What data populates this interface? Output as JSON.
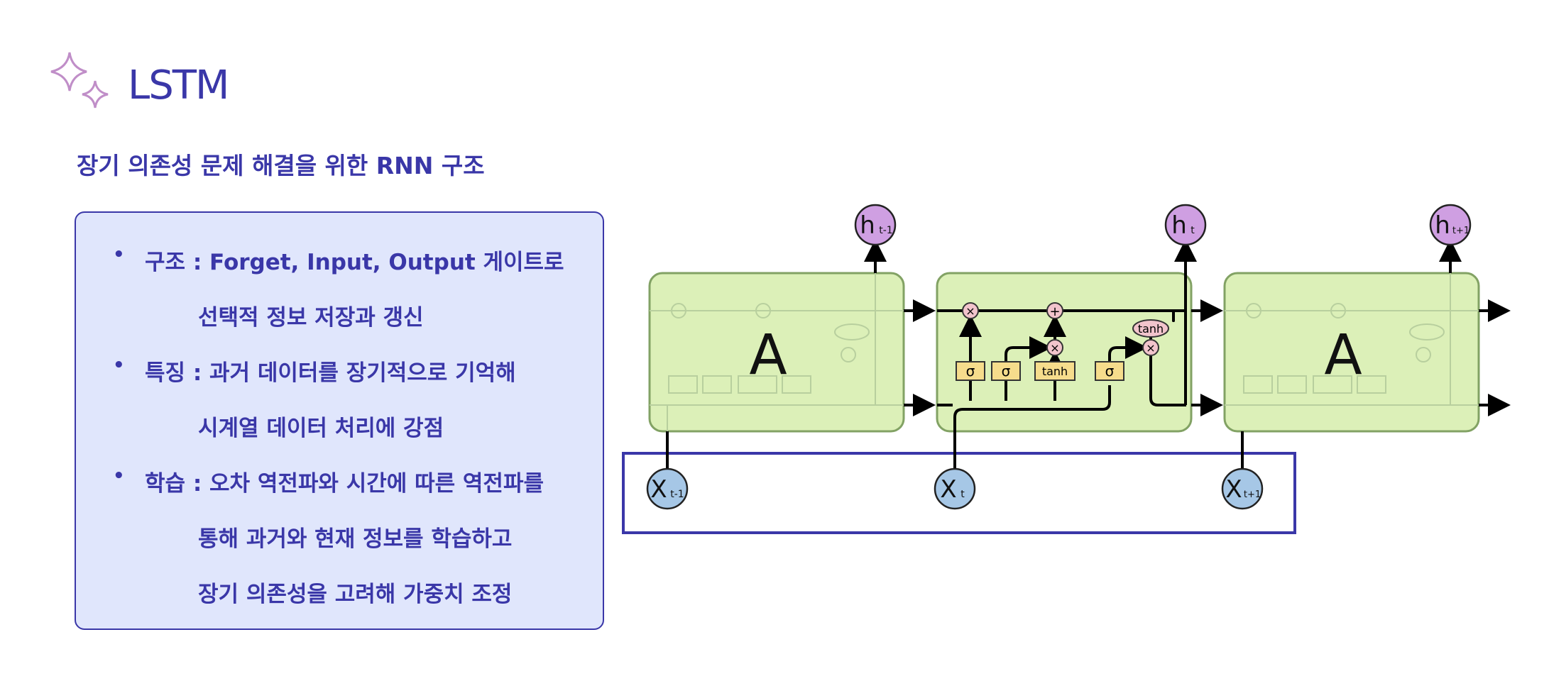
{
  "page": {
    "title": "LSTM",
    "subtitle": "장기 의존성 문제 해결을 위한 RNN 구조"
  },
  "bullets": [
    {
      "lead": "구조 : Forget, Input, Output 게이트로",
      "cont": [
        "선택적 정보 저장과 갱신"
      ]
    },
    {
      "lead": "특징 : 과거 데이터를 장기적으로 기억해",
      "cont": [
        "시계열 데이터 처리에 강점"
      ]
    },
    {
      "lead": "학습 : 오차 역전파와 시간에 따른 역전파를",
      "cont": [
        "통해 과거와 현재 정보를 학습하고",
        "장기 의존성을 고려해 가중치 조정"
      ]
    }
  ],
  "diagram": {
    "outputs": [
      {
        "base": "h",
        "sub": "t-1"
      },
      {
        "base": "h",
        "sub": "t"
      },
      {
        "base": "h",
        "sub": "t+1"
      }
    ],
    "inputs": [
      {
        "base": "X",
        "sub": "t-1"
      },
      {
        "base": "X",
        "sub": "t"
      },
      {
        "base": "X",
        "sub": "t+1"
      }
    ],
    "cell_label_left": "A",
    "cell_label_right": "A",
    "gates": [
      "σ",
      "σ",
      "tanh",
      "σ"
    ],
    "ops": {
      "multiply": "×",
      "add": "+",
      "tanh": "tanh"
    },
    "colors": {
      "cell_fill": "#dcf0b8",
      "cell_stroke": "#82a264",
      "gate_fill": "#f6dc8c",
      "op_fill": "#f2c4cc",
      "h_fill": "#cf9fe2",
      "x_fill": "#a6c7e6",
      "accent": "#3a37a8",
      "panel_fill": "#e0e6fc"
    }
  }
}
